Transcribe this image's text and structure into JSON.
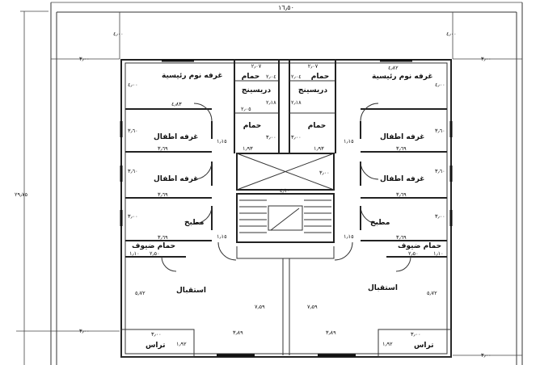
{
  "plan": {
    "overall": {
      "width": "١٦٫٥٠",
      "height": "٢٩٫٧٥"
    },
    "setbacks": {
      "front": "٤٫٠٠",
      "side": "٣٫٠٠"
    },
    "rooms": {
      "master_bedroom": "غرفه نوم رئيسية",
      "bathroom": "حمام",
      "dressing": "دريسينج",
      "kids_room": "غرفه اطفال",
      "kitchen": "مطبخ",
      "guest_bath": "حمام ضيوف",
      "reception": "استقبال",
      "terrace": "تراس"
    },
    "dimensions": {
      "master_w": "٤٫٨٣",
      "master_w_right": "٤٫٨٢",
      "master_h": "٤٫٠٠",
      "bath_w": "٢٫٠٧",
      "bath_h": "٢٫٠٤",
      "dressing_h": "٢٫١٨",
      "dressing_w": "٢٫٠٥",
      "bath2_h": "٣٫٠٠",
      "bath2_w": "١٫٩٣",
      "kids_h": "٣٫٦٠",
      "kids_w": "٣٫٦٩",
      "corridor_w": "١٫١٥",
      "kitchen_h": "٣٫٠٠",
      "guest_bath_w": "٢٫٥٠",
      "guest_bath_h": "١٫١٠",
      "reception_h": "٥٫٧٢",
      "reception_depth": "٧٫٥٩",
      "reception_w": "٣٫٨٩",
      "terrace_w": "٣٫٠٠",
      "terrace_h": "١٫٩٢",
      "elevator_h": "٣٫٠٠",
      "elevator_w": "٤٫١٠"
    }
  }
}
